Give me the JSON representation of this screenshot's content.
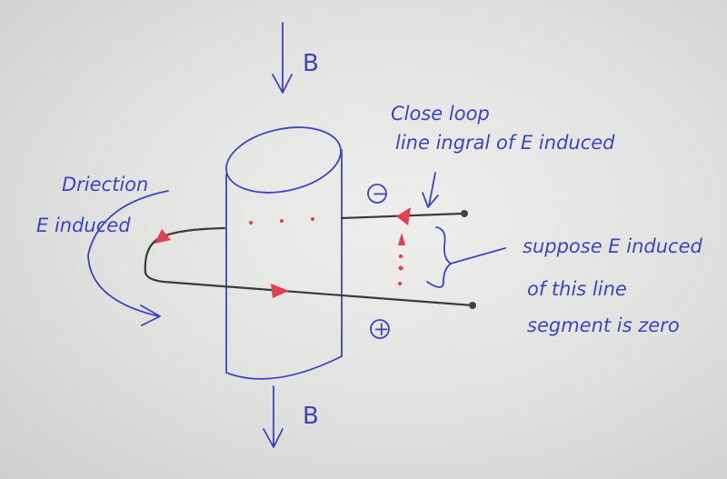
{
  "labels": {
    "b_top": "B",
    "b_bottom": "B",
    "close_loop_line1": "Close loop",
    "close_loop_line2": "line ingral of E induced",
    "direction_line1": "Driection",
    "direction_line2": "E induced",
    "suppose_line1": "suppose E induced",
    "suppose_line2": "of this line",
    "suppose_line3": "segment is zero",
    "minus_sign": "−",
    "plus_sign": "+"
  },
  "colors": {
    "ink": "#3b45c4",
    "wire": "#3a3a3a",
    "marker": "#e0404f"
  }
}
